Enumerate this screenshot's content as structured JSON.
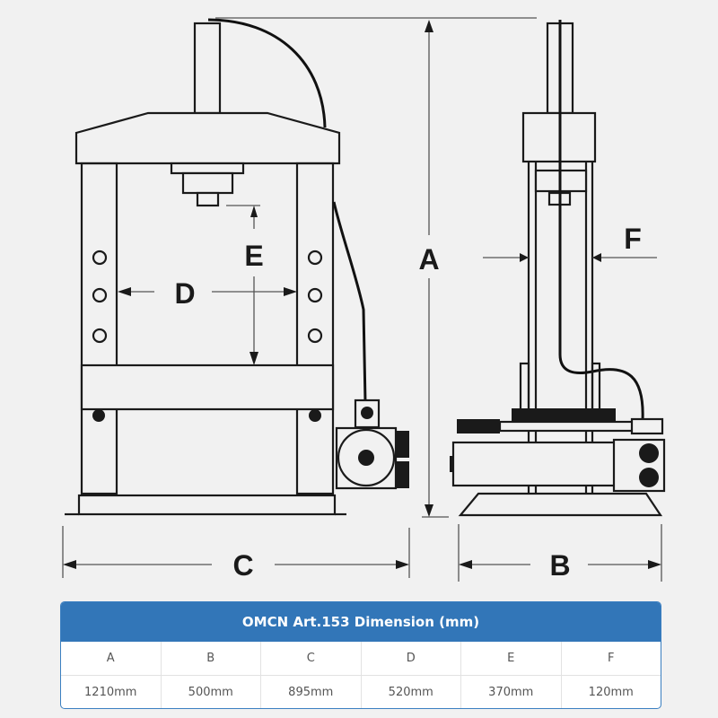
{
  "diagram": {
    "subject": "hydraulic press dimension drawing",
    "views": [
      "front-view",
      "side-view"
    ],
    "dimension_labels": {
      "A": "A",
      "B": "B",
      "C": "C",
      "D": "D",
      "E": "E",
      "F": "F"
    }
  },
  "table": {
    "title": "OMCN Art.153 Dimension (mm)",
    "header_color": "#3276b8",
    "columns": [
      "A",
      "B",
      "C",
      "D",
      "E",
      "F"
    ],
    "values": [
      "1210mm",
      "500mm",
      "895mm",
      "520mm",
      "370mm",
      "120mm"
    ]
  }
}
